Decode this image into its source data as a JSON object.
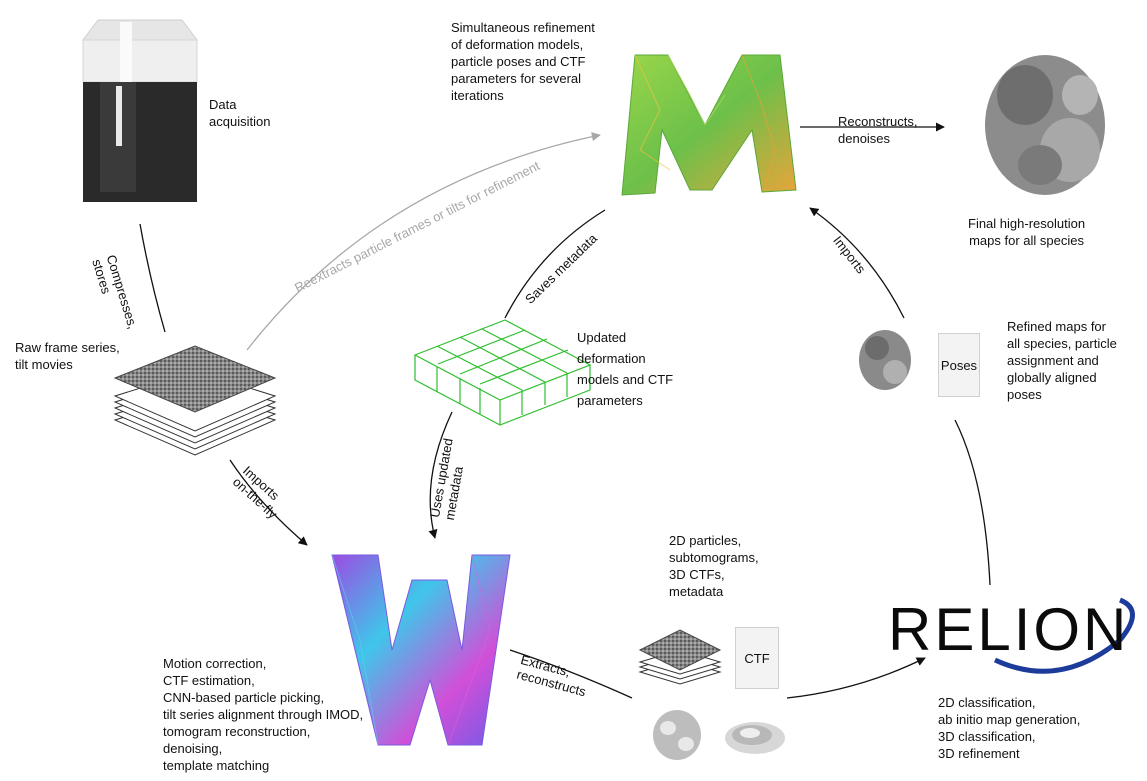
{
  "texts": {
    "data_acquisition": "Data\nacquisition",
    "simultaneous": "Simultaneous refinement\nof deformation models,\nparticle poses and CTF\nparameters for several\niterations",
    "reconstructs": "Reconstructs,\ndenoises",
    "final_maps": "Final high-resolution\nmaps for all species",
    "compresses": "Compresses,\nstores",
    "reextracts": "Reextracts particle frames or tilts for refinement",
    "saves_metadata": "Saves metadata",
    "imports_top": "Imports",
    "raw_frames": "Raw frame series,\ntilt movies",
    "updated_models": "Updated\ndeformation\nmodels and CTF\nparameters",
    "refined_maps": "Refined maps for\nall species, particle\nassignment and\nglobally aligned\nposes",
    "poses": "Poses",
    "imports_fly": "Imports\non-the-fly",
    "uses_metadata": "Uses updated\nmetadata",
    "particles": "2D particles,\nsubtomograms,\n3D CTFs,\nmetadata",
    "ctf": "CTF",
    "extracts": "Extracts,\nreconstructs",
    "relion": "RELION",
    "warp_steps": "Motion correction,\nCTF estimation,\nCNN-based particle picking,\ntilt series alignment through IMOD,\ntomogram reconstruction,\ndenoising,\ntemplate matching",
    "relion_steps": "2D classification,\nab initio map generation,\n3D classification,\n3D refinement"
  },
  "colors": {
    "arrow": "#111111",
    "arrow_light": "#a8a8a8",
    "m_green": "#7cc84a",
    "m_orange": "#e8a23a",
    "w_purple": "#a24be0",
    "w_cyan": "#33c4e6",
    "w_pink": "#e64fc8",
    "grid_green": "#2fbf2f",
    "relion_blue": "#1d3b9a"
  },
  "icons": [
    "microscope-icon",
    "frame-stack-icon",
    "m-logo-icon",
    "w-logo-icon",
    "deformation-grid-icon",
    "density-map-icon",
    "particle-stack-icon",
    "document-icon"
  ]
}
